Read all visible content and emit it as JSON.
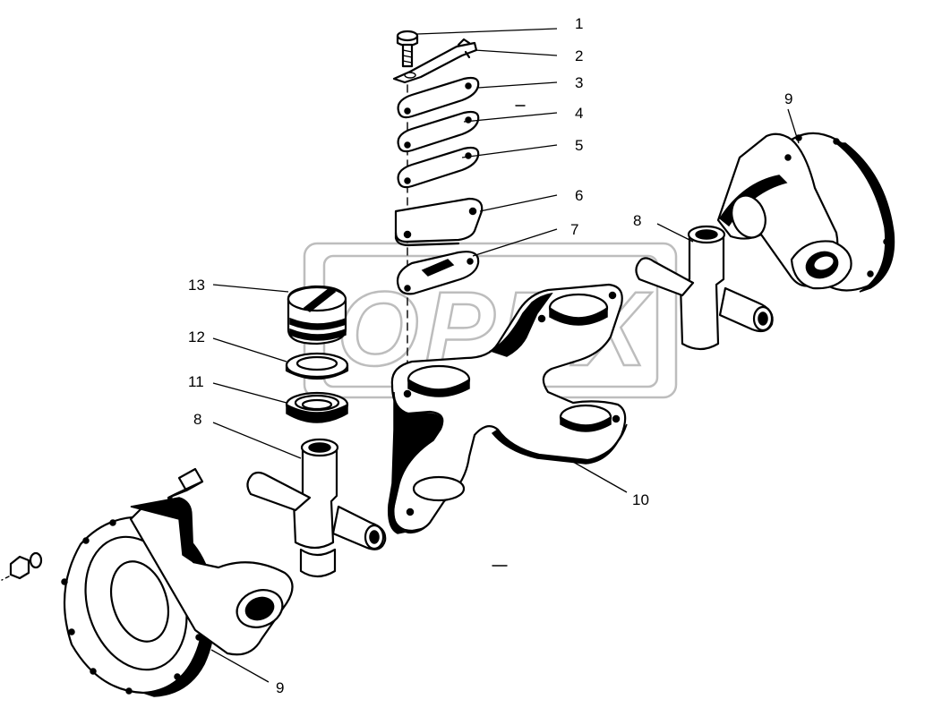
{
  "watermark": {
    "text": "OPEX"
  },
  "callouts": [
    "1",
    "2",
    "3",
    "4",
    "5",
    "6",
    "7",
    "8",
    "8",
    "9",
    "9",
    "10",
    "11",
    "12",
    "13"
  ]
}
